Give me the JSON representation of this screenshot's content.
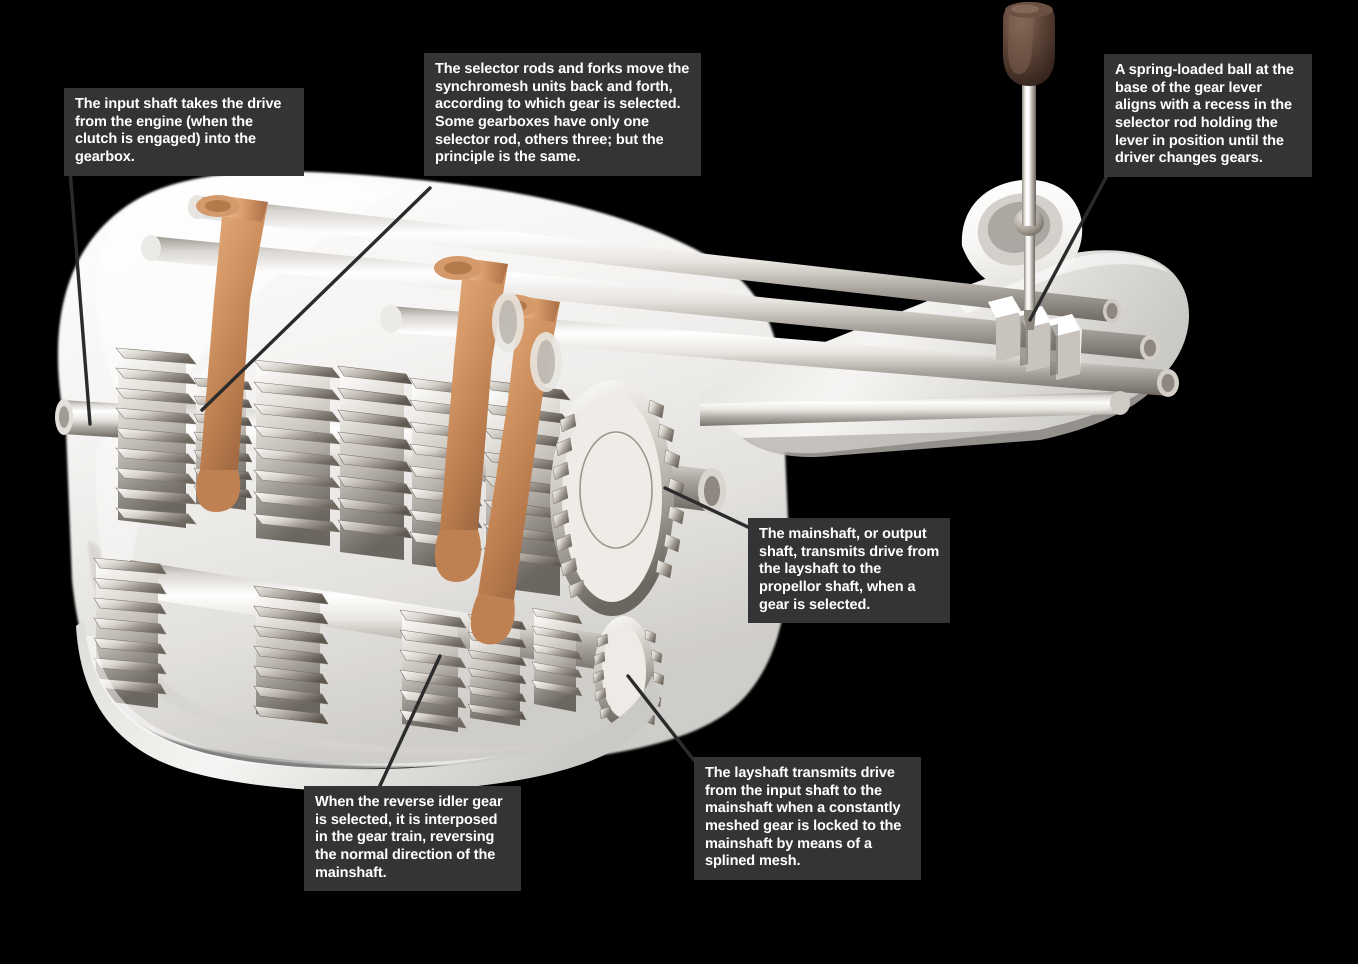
{
  "figure": {
    "title": "Manual gearbox cut-away illustration",
    "background_color": "#000000",
    "callout_background": "#333436",
    "callout_text_color": "#ffffff",
    "leader_line_color": "#2b2b2b",
    "casing_color": "#f2f1ef",
    "fork_color": "#d39a6a",
    "shaft_color": "#cfcfcf",
    "gear_lever_knob_color": "#5c4438"
  },
  "callouts": [
    {
      "id": "input-shaft",
      "text": "The input shaft takes the drive from the engine (when the clutch is engaged) into the gearbox."
    },
    {
      "id": "selector-rods",
      "text": "The selector rods and forks move the synchromesh units back and forth, according to which gear is selected. Some gearboxes have only one selector rod, others three; but the principle is the same."
    },
    {
      "id": "spring-loaded-ball",
      "text": "A spring-loaded ball at the base of the gear lever aligns with a recess in the selector rod holding the lever in position until the driver changes gears."
    },
    {
      "id": "mainshaft",
      "text": "The mainshaft, or output shaft, transmits drive from the layshaft to the propellor shaft, when a gear is selected."
    },
    {
      "id": "layshaft",
      "text": "The layshaft transmits drive from the input shaft to the mainshaft when a constantly meshed gear is locked to the mainshaft by means of a splined mesh."
    },
    {
      "id": "reverse-idler",
      "text": "When the reverse idler gear is selected, it is interposed in the gear train, reversing the normal direction of the mainshaft."
    }
  ],
  "components": {
    "gear_lever": "gear-lever",
    "gear_lever_knob": "gear-lever-knob",
    "selector_rods": "selector-rods",
    "selector_forks": "selector-forks",
    "input_shaft": "input-shaft",
    "mainshaft": "mainshaft-output-shaft",
    "layshaft": "layshaft",
    "reverse_idler_gear": "reverse-idler-gear",
    "gearbox_casing": "gearbox-casing",
    "extension_housing": "extension-housing"
  }
}
